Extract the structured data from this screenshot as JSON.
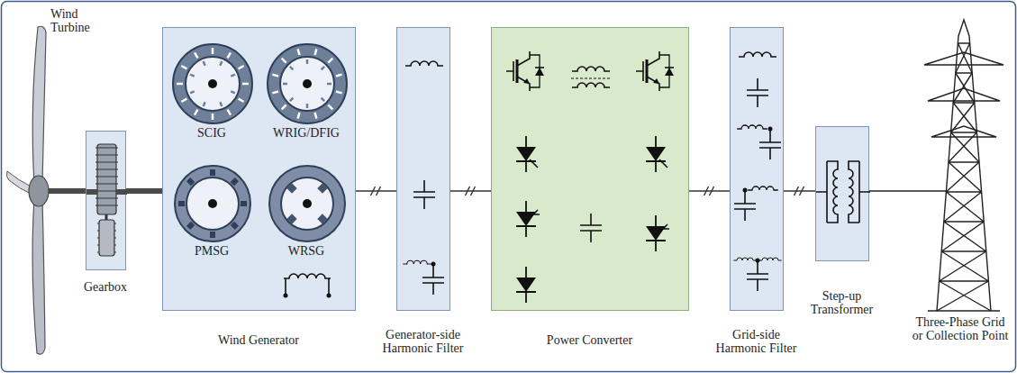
{
  "diagram": {
    "nodes": [
      {
        "text": [
          "Gearbox"
        ]
      },
      {
        "text": [
          "Wind Generator"
        ]
      },
      {
        "text": [
          "Generator-side Harmonic Filter"
        ]
      },
      {
        "text": [
          "Power Converter"
        ]
      },
      {
        "text": [
          "Grid-side Harmonic Filter"
        ]
      },
      {
        "text": [
          "Step-up Transformer"
        ]
      }
    ],
    "edges": [
      {
        "from": 0,
        "to": 1,
        "arrow": "none"
      },
      {
        "from": 1,
        "to": 2,
        "arrow": "none"
      },
      {
        "from": 2,
        "to": 3,
        "arrow": "none"
      },
      {
        "from": 3,
        "to": 4,
        "arrow": "none"
      },
      {
        "from": 4,
        "to": 5,
        "arrow": "none"
      }
    ],
    "labels": [
      "Wind Turbine",
      "SCIG",
      "WRIG/DFIG",
      "PMSG",
      "WRSG",
      "Three-Phase Grid or Collection Point"
    ]
  }
}
